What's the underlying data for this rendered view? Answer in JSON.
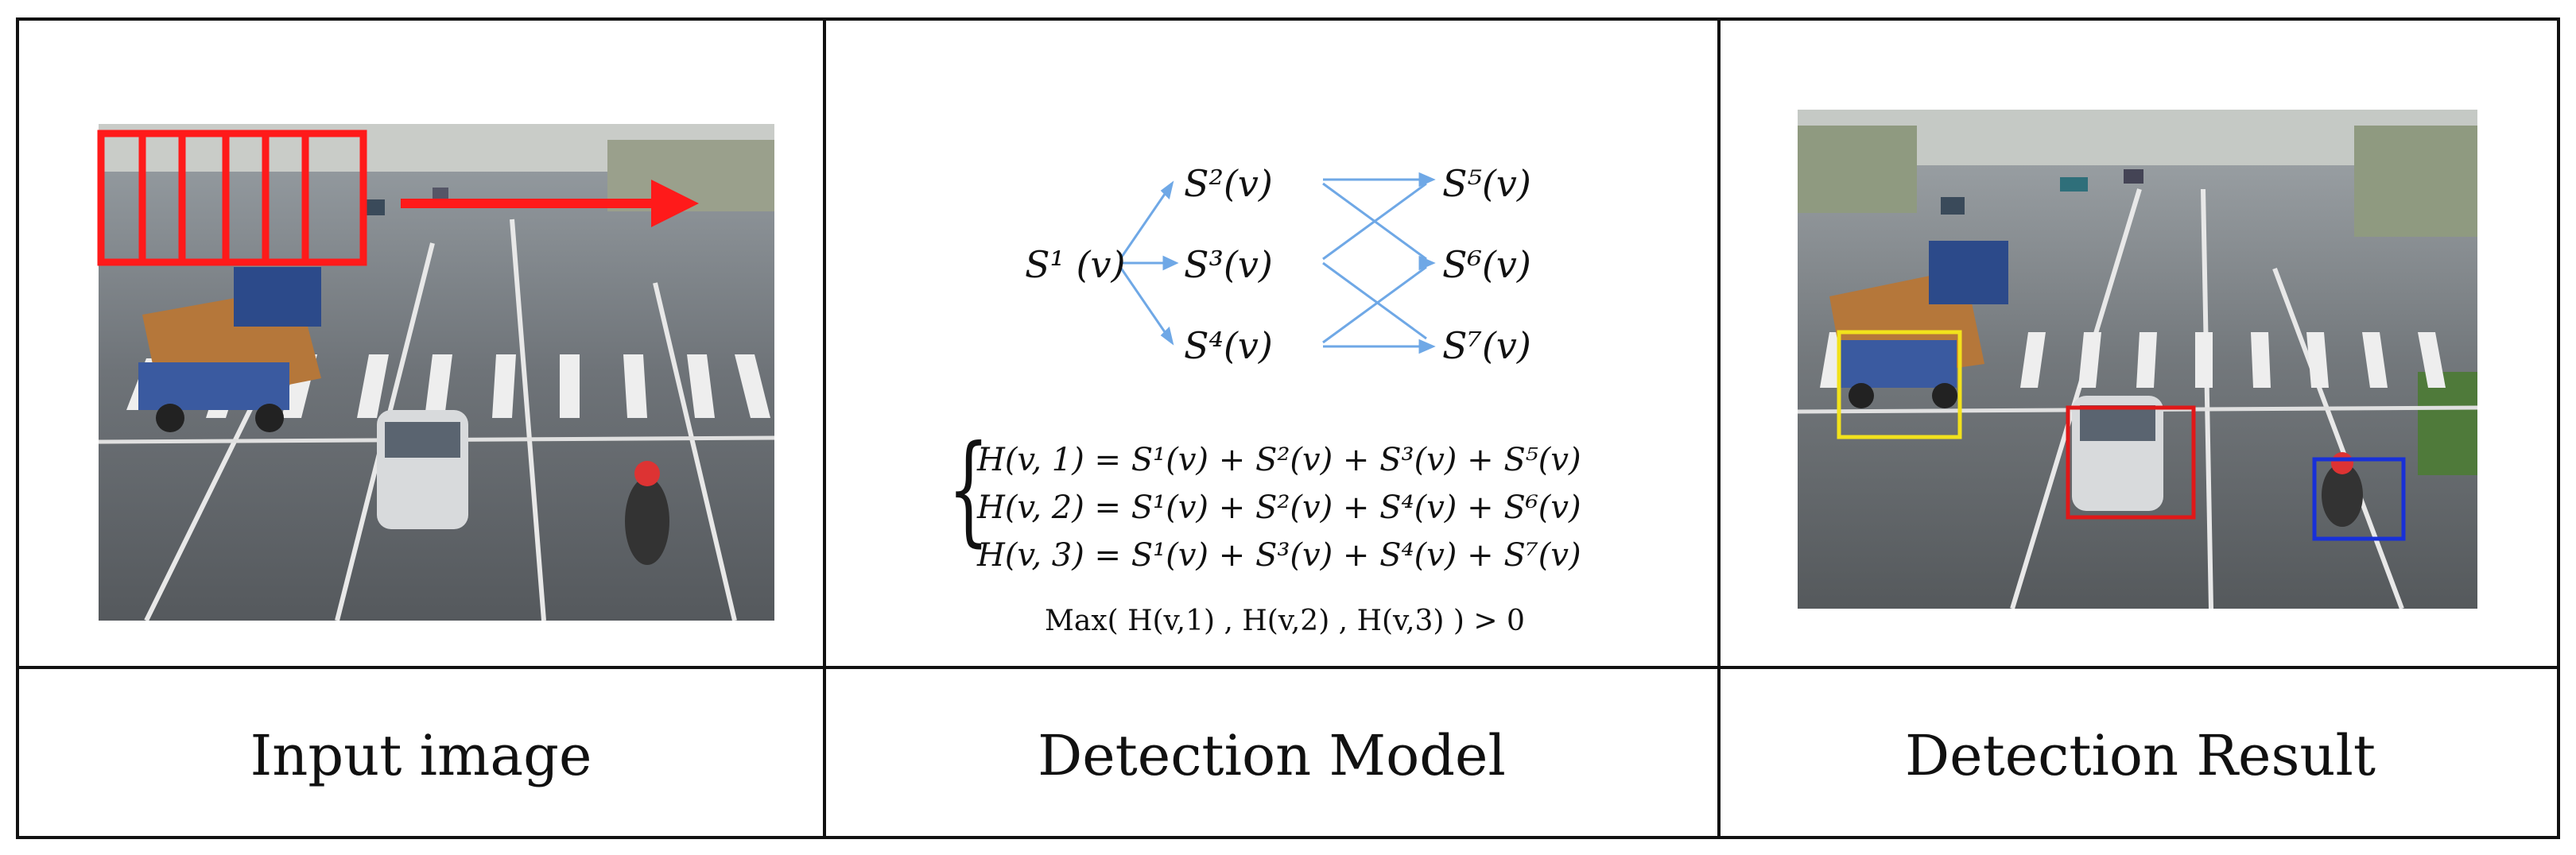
{
  "captions": {
    "input": "Input image",
    "model": "Detection Model",
    "result": "Detection Result"
  },
  "graph": {
    "s1": "S¹ (v)",
    "s2": "S²(v)",
    "s3": "S³(v)",
    "s4": "S⁴(v)",
    "s5": "S⁵(v)",
    "s6": "S⁶(v)",
    "s7": "S⁷(v)"
  },
  "equations": [
    "H(v, 1) = S¹(v) + S²(v) + S³(v) + S⁵(v)",
    "H(v, 2) = S¹(v) + S²(v) + S⁴(v) + S⁶(v)",
    "H(v, 3) = S¹(v) + S³(v) + S⁴(v) + S⁷(v)"
  ],
  "condition": "Max( H(v,1) , H(v,2) , H(v,3) ) > 0",
  "colors": {
    "arrow": "#ff1a1a",
    "graph_edge": "#6fa8e6",
    "box_yellow": "#f2e21c",
    "box_red": "#e01818",
    "box_blue": "#1830d8"
  }
}
